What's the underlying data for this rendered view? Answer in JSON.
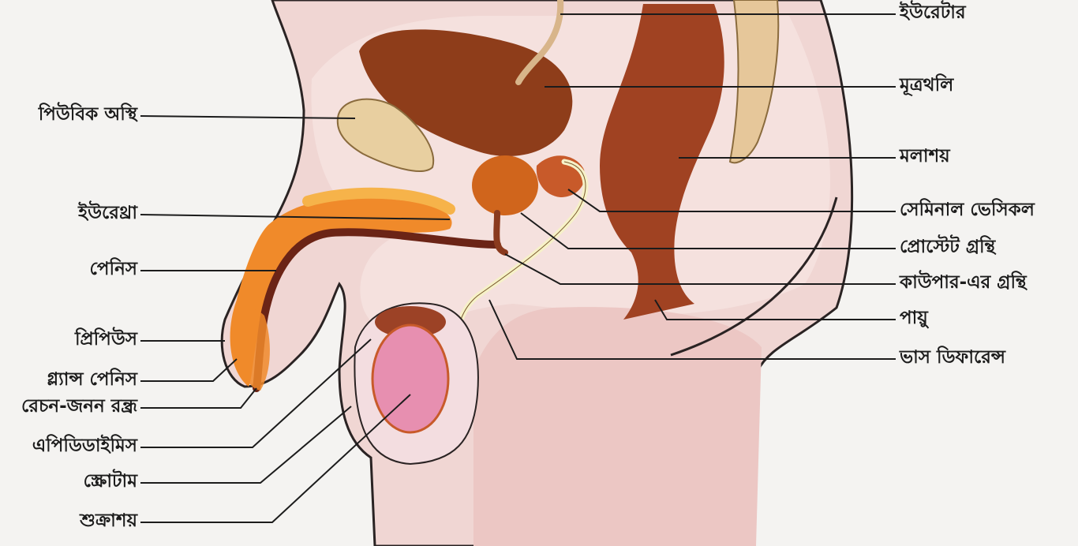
{
  "labels_left": [
    {
      "id": "pubic-bone",
      "text": "পিউবিক অস্থি"
    },
    {
      "id": "urethra",
      "text": "ইউরেথ্রা"
    },
    {
      "id": "penis",
      "text": "পেনিস"
    },
    {
      "id": "prepuce",
      "text": "প্রিপিউস"
    },
    {
      "id": "glans-penis",
      "text": "গ্ল্যান্স পেনিস"
    },
    {
      "id": "urethral-opening",
      "text": "রেচন-জনন রন্ধ্র"
    },
    {
      "id": "epididymis",
      "text": "এপিডিডাইমিস"
    },
    {
      "id": "scrotum",
      "text": "স্ক্রোটাম"
    },
    {
      "id": "testis",
      "text": "শুক্রাশয়"
    }
  ],
  "labels_right": [
    {
      "id": "ureter",
      "text": "ইউরেটার"
    },
    {
      "id": "urinary-bladder",
      "text": "মূত্রথলি"
    },
    {
      "id": "rectum",
      "text": "মলাশয়"
    },
    {
      "id": "seminal-vesicle",
      "text": "সেমিনাল ভেসিকল"
    },
    {
      "id": "prostate-gland",
      "text": "প্রোস্টেট গ্রন্থি"
    },
    {
      "id": "cowpers-gland",
      "text": "কাউপার-এর গ্রন্থি"
    },
    {
      "id": "anus",
      "text": "পায়ু"
    },
    {
      "id": "vas-deferens",
      "text": "ভাস ডিফারেন্স"
    }
  ],
  "colors": {
    "skin": "#f0d6d3",
    "body_outline": "#2a2323",
    "bladder": "#8e3d1a",
    "rectum": "#a04222",
    "prostate": "#d0651c",
    "bone": "#e8cfa0",
    "erectile": "#f08a2a",
    "testis": "#e78fb0",
    "leader_line": "#1c1c1c"
  }
}
